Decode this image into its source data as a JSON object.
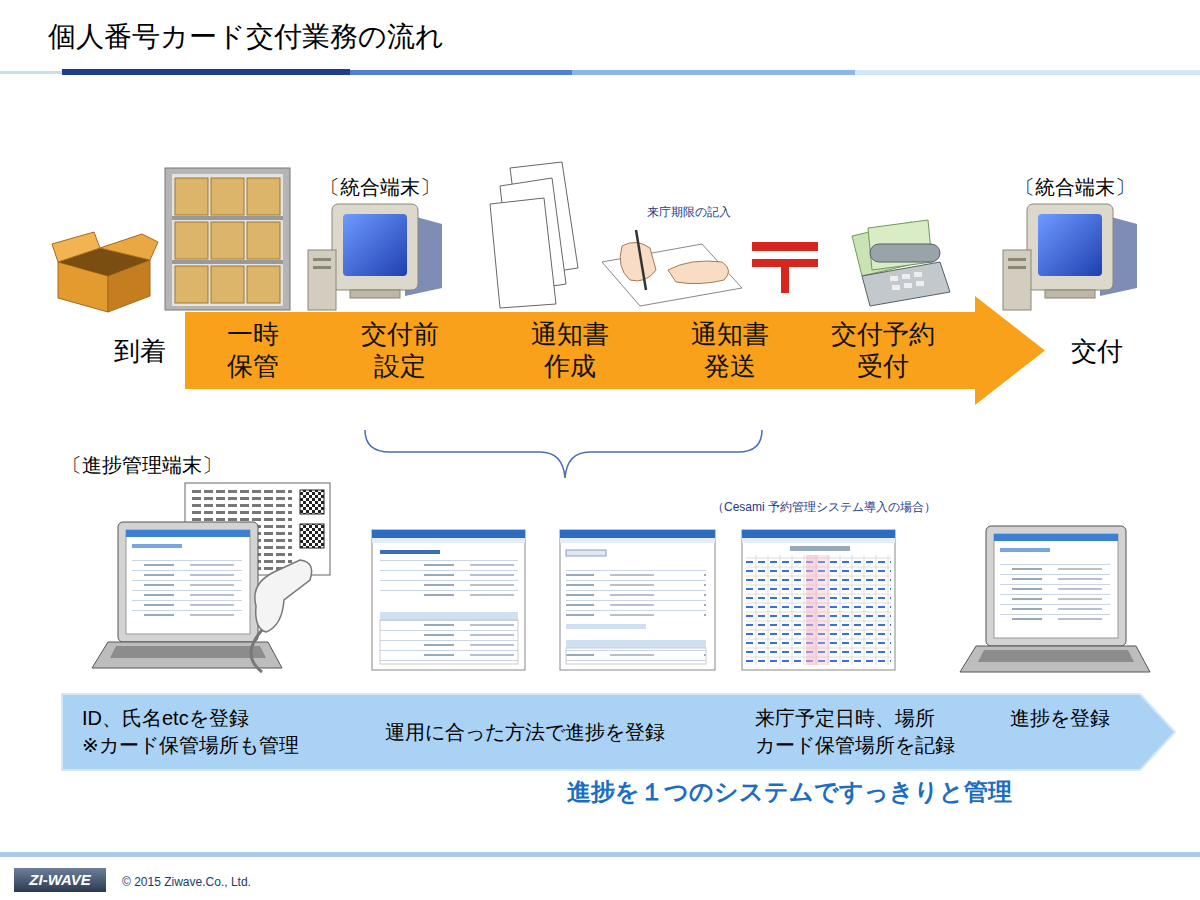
{
  "diagram": {
    "title": "個人番号カード交付業務の流れ",
    "nodes": [
      {
        "text": [
          "一時 保管",
          "交付前 設定",
          "通知書 作成",
          "通知書 発送",
          "交付予約 受付"
        ]
      },
      {
        "text": [
          "ID、氏名etcを登録 ※カード保管場所も管理",
          "運用に合った方法で進捗を登録",
          "来庁予定日時、場所 カード保管場所を記録",
          "進捗を登録"
        ]
      }
    ],
    "labels": [
      "〔統合端末〕",
      "来庁期限の記入",
      "〔統合端末〕",
      "到着",
      "交付",
      "〔進捗管理端末〕",
      "（Cesami 予約管理システム導入の場合）",
      "進捗を１つのシステムですっきりと管理",
      "ZI-WAVE",
      "© 2015 Ziwave.Co., Ltd."
    ]
  }
}
